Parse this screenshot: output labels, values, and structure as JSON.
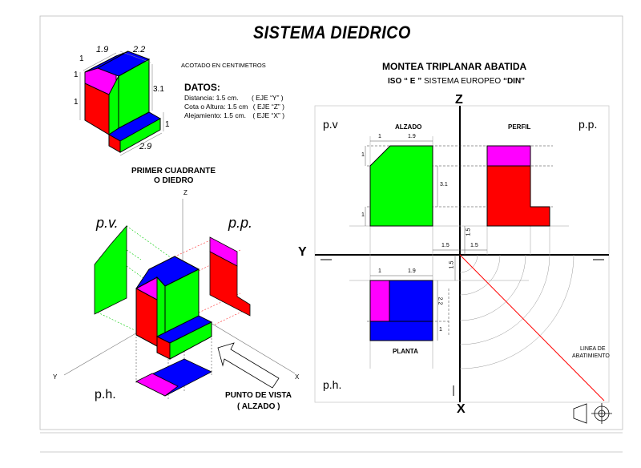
{
  "title": "SISTEMA DIEDRICO",
  "acotado": "ACOTADO EN CENTIMETROS",
  "datos": {
    "heading": "DATOS:",
    "rows": [
      {
        "label": "Distancia: 1.5 cm.",
        "axis": "( EJE “Y” )"
      },
      {
        "label": "Cota o Altura: 1.5 cm",
        "axis": "( EJE “Z” )"
      },
      {
        "label": "Alejamiento: 1.5 cm.",
        "axis": "( EJE “X” )"
      }
    ]
  },
  "montea": {
    "title": "MONTEA TRIPLANAR ABATIDA",
    "iso_prefix": "ISO “ E ”",
    "iso_middle": "SISTEMA EUROPEO",
    "iso_suffix": "“DIN”"
  },
  "cuadrante": {
    "line1": "PRIMER CUADRANTE",
    "line2": "O DIEDRO"
  },
  "iso_dims": {
    "d1_9": "1.9",
    "d2_2": "2.2",
    "d1a": "1",
    "d1b": "1",
    "d3_1": "3.1",
    "d1c": "1",
    "d1d": "1",
    "d2_9": "2.9"
  },
  "iso_planes": {
    "pv": "p.v.",
    "pp": "p.p.",
    "ph": "p.h.",
    "z": "Z",
    "y": "Y",
    "x": "X"
  },
  "punto_vista": {
    "line1": "PUNTO DE VISTA",
    "line2": "( ALZADO )"
  },
  "ortho": {
    "z": "Z",
    "x": "X",
    "y": "Y",
    "pv": "p.v",
    "pp": "p.p.",
    "ph": "p.h.",
    "alzado": "ALZADO",
    "perfil": "PERFIL",
    "planta": "PLANTA",
    "dims": {
      "a1": "1",
      "a19": "1.9",
      "a1v": "1",
      "a31": "3.1",
      "a1b": "1",
      "d15a": "1.5",
      "d15b": "1.5",
      "d15c": "1.5",
      "d15d": "1.5",
      "p1": "1",
      "p19": "1.9",
      "p22": "2.2",
      "p1v": "1"
    },
    "linea1": "LINEA DE",
    "linea2": "ABATIMIENTO"
  },
  "colors": {
    "green": "#00ff00",
    "blue": "#0000ff",
    "red": "#ff0000",
    "magenta": "#ff00ff",
    "abatimiento": "#ff0000"
  }
}
